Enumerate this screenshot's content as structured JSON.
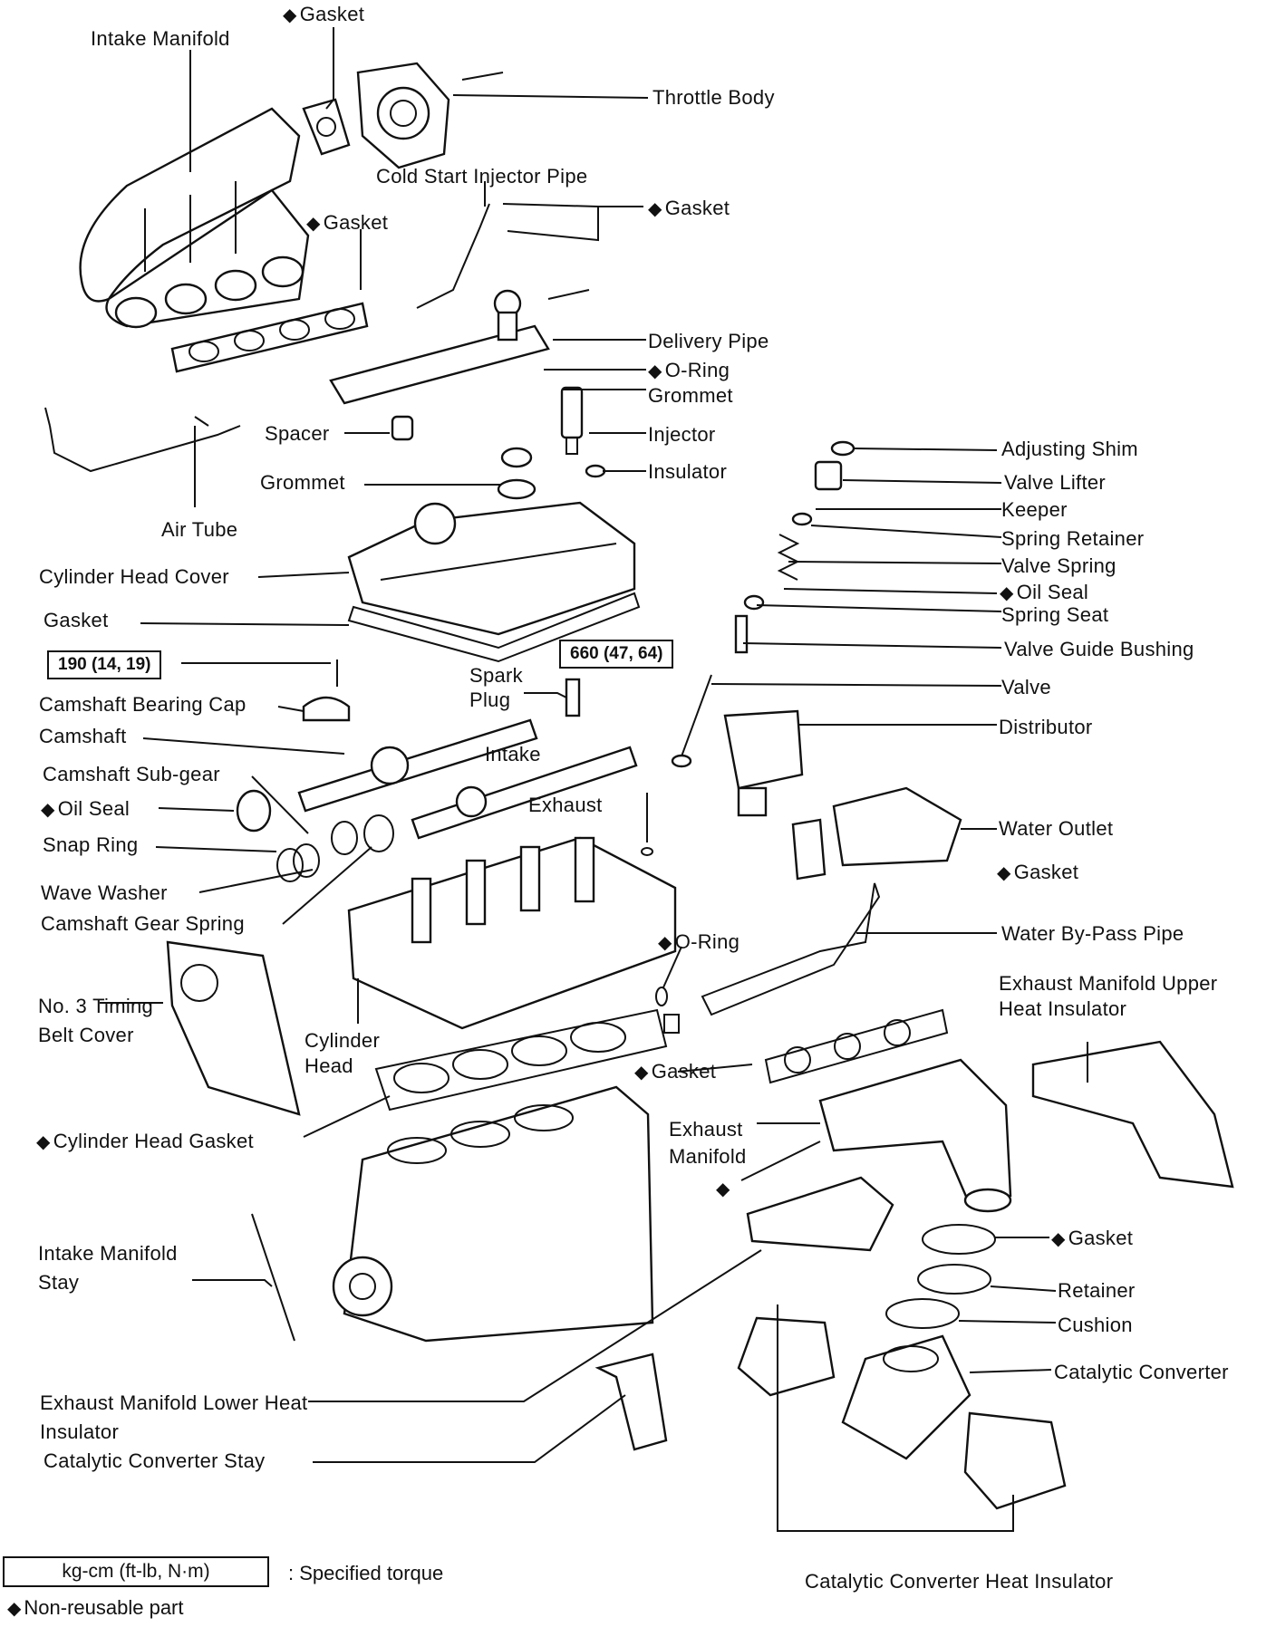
{
  "labels": {
    "intake_manifold": "Intake Manifold",
    "gasket_top": "Gasket",
    "throttle_body": "Throttle Body",
    "cold_start_injector_pipe": "Cold Start Injector Pipe",
    "gasket_cold_start": "Gasket",
    "gasket_intake": "Gasket",
    "delivery_pipe": "Delivery Pipe",
    "o_ring_delivery": "O-Ring",
    "grommet_injector": "Grommet",
    "injector": "Injector",
    "spacer": "Spacer",
    "insulator": "Insulator",
    "air_tube": "Air Tube",
    "grommet_cover": "Grommet",
    "cylinder_head_cover": "Cylinder Head Cover",
    "gasket_cover": "Gasket",
    "camshaft_bearing_cap": "Camshaft Bearing Cap",
    "spark_plug_1": "Spark",
    "spark_plug_2": "Plug",
    "camshaft": "Camshaft",
    "intake": "Intake",
    "exhaust": "Exhaust",
    "camshaft_sub_gear": "Camshaft Sub-gear",
    "oil_seal_cam": "Oil Seal",
    "snap_ring": "Snap Ring",
    "wave_washer": "Wave Washer",
    "camshaft_gear_spring": "Camshaft Gear Spring",
    "timing_belt_cover": "No. 3 Timing Belt Cover",
    "cylinder_head": "Cylinder Head",
    "cylinder_head_gasket": "Cylinder Head Gasket",
    "intake_manifold_stay": "Intake Manifold Stay",
    "exhaust_lower_insulator": "Exhaust Manifold Lower Heat Insulator",
    "catalytic_converter_stay": "Catalytic Converter Stay",
    "adjusting_shim": "Adjusting Shim",
    "valve_lifter": "Valve Lifter",
    "keeper": "Keeper",
    "spring_retainer": "Spring Retainer",
    "valve_spring": "Valve Spring",
    "oil_seal_valve": "Oil Seal",
    "spring_seat": "Spring Seat",
    "valve_guide_bushing": "Valve Guide Bushing",
    "valve": "Valve",
    "distributor": "Distributor",
    "water_outlet": "Water Outlet",
    "gasket_water_outlet": "Gasket",
    "water_bypass_pipe": "Water By-Pass Pipe",
    "o_ring_bypass": "O-Ring",
    "exhaust_upper_insulator": "Exhaust Manifold Upper Heat Insulator",
    "gasket_exhaust": "Gasket",
    "exhaust_manifold": "Exhaust Manifold",
    "gasket_catalytic": "Gasket",
    "retainer": "Retainer",
    "cushion": "Cushion",
    "catalytic_converter": "Catalytic Converter",
    "catalytic_heat_insulator": "Catalytic Converter Heat Insulator"
  },
  "torque": {
    "cap_bolt": "190 (14, 19)",
    "head_bolt": "660 (47, 64)"
  },
  "legend": {
    "torque_unit": "kg-cm (ft-lb, N·m)",
    "torque_desc": ": Specified torque",
    "non_reusable": "Non-reusable part"
  }
}
